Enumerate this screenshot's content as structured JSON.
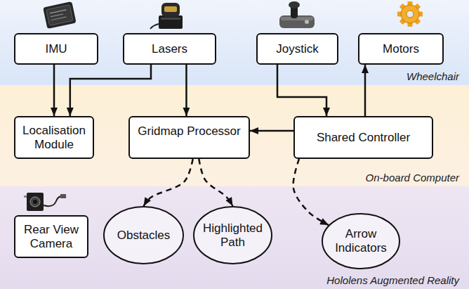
{
  "diagram": {
    "nodes": [
      {
        "text": [
          "Wheelchair"
        ]
      },
      {
        "text": [
          "IMU"
        ],
        "in": 0
      },
      {
        "text": [
          "Lasers"
        ],
        "in": 0
      },
      {
        "text": [
          "Joystick"
        ],
        "in": 0
      },
      {
        "text": [
          "Motors"
        ],
        "in": 0
      },
      {
        "text": [
          "On-board Computer"
        ]
      },
      {
        "text": [
          "Localisation Module"
        ],
        "in": 5
      },
      {
        "text": [
          "Gridmap Processor"
        ],
        "in": 5
      },
      {
        "text": [
          "Shared Controller"
        ],
        "in": 5
      },
      {
        "text": [
          "Hololens Augmented Reality"
        ]
      },
      {
        "text": [
          "Rear View Camera"
        ],
        "in": 9
      },
      {
        "text": [
          "Obstacles"
        ],
        "in": 9
      },
      {
        "text": [
          "Highlighted Path"
        ],
        "in": 9
      },
      {
        "text": [
          "Arrow Indicators"
        ],
        "in": 9
      }
    ],
    "edges": [
      {
        "from": 1,
        "to": 6,
        "arrow": "to"
      },
      {
        "from": 2,
        "to": 6,
        "arrow": "to"
      },
      {
        "from": 2,
        "to": 7,
        "arrow": "to"
      },
      {
        "from": 3,
        "to": 8,
        "arrow": "to"
      },
      {
        "from": 8,
        "to": 4,
        "arrow": "to"
      },
      {
        "from": 8,
        "to": 7,
        "arrow": "to"
      },
      {
        "from": 7,
        "to": 11,
        "arrow": "to"
      },
      {
        "from": 7,
        "to": 12,
        "arrow": "to"
      },
      {
        "from": 8,
        "to": 13,
        "arrow": "to"
      }
    ]
  }
}
